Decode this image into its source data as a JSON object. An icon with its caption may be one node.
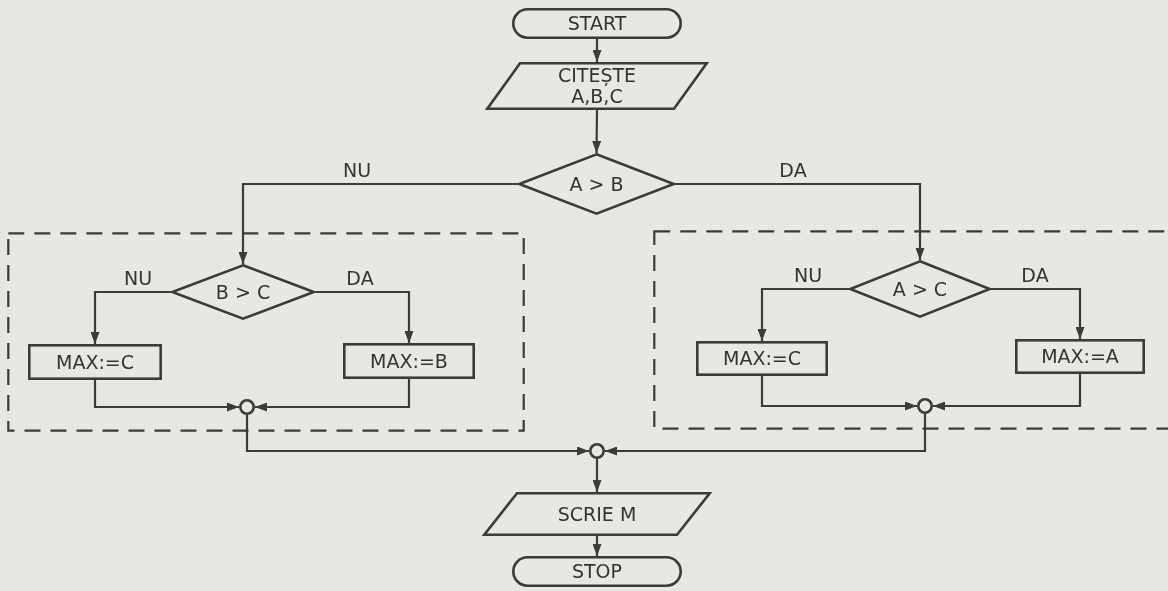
{
  "diagram": {
    "nodes": [
      {
        "text": [
          "START"
        ]
      },
      {
        "text": [
          "CITEȘTE A,B,C"
        ]
      },
      {
        "text": [
          "A > B"
        ]
      },
      {
        "text": [],
        "shape": "box"
      },
      {
        "text": [
          "B > C"
        ],
        "in": 3
      },
      {
        "text": [
          "MAX:=C"
        ],
        "in": 3
      },
      {
        "text": [
          "MAX:=B"
        ],
        "in": 3
      },
      {
        "text": [],
        "shape": "circle",
        "in": 3
      },
      {
        "text": [],
        "shape": "box"
      },
      {
        "text": [
          "A > C"
        ],
        "in": 8
      },
      {
        "text": [
          "MAX:=C"
        ],
        "in": 8
      },
      {
        "text": [
          "MAX:=A"
        ],
        "in": 8
      },
      {
        "text": [],
        "shape": "circle",
        "in": 8
      },
      {
        "text": [],
        "shape": "circle"
      },
      {
        "text": [
          "SCRIE M"
        ]
      },
      {
        "text": [
          "STOP"
        ]
      }
    ],
    "edges": [
      {
        "from": 0,
        "to": 1,
        "arrow": "to"
      },
      {
        "from": 1,
        "to": 2,
        "arrow": "to"
      },
      {
        "from": 2,
        "to": 4,
        "arrow": "to",
        "label": "NU"
      },
      {
        "from": 2,
        "to": 9,
        "arrow": "to",
        "label": "DA"
      },
      {
        "from": 4,
        "to": 5,
        "arrow": "to",
        "label": "NU"
      },
      {
        "from": 4,
        "to": 6,
        "arrow": "to",
        "label": "DA"
      },
      {
        "from": 5,
        "to": 7,
        "arrow": "to"
      },
      {
        "from": 6,
        "to": 7,
        "arrow": "to"
      },
      {
        "from": 9,
        "to": 10,
        "arrow": "to",
        "label": "NU"
      },
      {
        "from": 9,
        "to": 11,
        "arrow": "to",
        "label": "DA"
      },
      {
        "from": 10,
        "to": 12,
        "arrow": "to"
      },
      {
        "from": 11,
        "to": 12,
        "arrow": "to"
      },
      {
        "from": 7,
        "to": 13,
        "arrow": "to"
      },
      {
        "from": 12,
        "to": 13,
        "arrow": "to"
      },
      {
        "from": 13,
        "to": 14,
        "arrow": "to"
      },
      {
        "from": 14,
        "to": 15,
        "arrow": "to"
      }
    ]
  }
}
